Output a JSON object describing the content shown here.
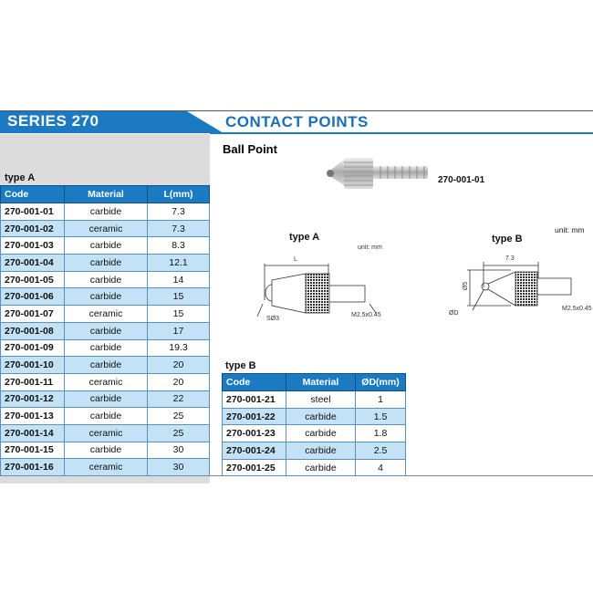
{
  "header": {
    "series": "SERIES 270",
    "title": "CONTACT POINTS"
  },
  "product": {
    "name": "Ball Point",
    "code": "270-001-01"
  },
  "typeA": {
    "label": "type A",
    "columns": [
      "Code",
      "Material",
      "L(mm)"
    ],
    "rows": [
      [
        "270-001-01",
        "carbide",
        "7.3"
      ],
      [
        "270-001-02",
        "ceramic",
        "7.3"
      ],
      [
        "270-001-03",
        "carbide",
        "8.3"
      ],
      [
        "270-001-04",
        "carbide",
        "12.1"
      ],
      [
        "270-001-05",
        "carbide",
        "14"
      ],
      [
        "270-001-06",
        "carbide",
        "15"
      ],
      [
        "270-001-07",
        "ceramic",
        "15"
      ],
      [
        "270-001-08",
        "carbide",
        "17"
      ],
      [
        "270-001-09",
        "carbide",
        "19.3"
      ],
      [
        "270-001-10",
        "carbide",
        "20"
      ],
      [
        "270-001-11",
        "ceramic",
        "20"
      ],
      [
        "270-001-12",
        "carbide",
        "22"
      ],
      [
        "270-001-13",
        "carbide",
        "25"
      ],
      [
        "270-001-14",
        "ceramic",
        "25"
      ],
      [
        "270-001-15",
        "carbide",
        "30"
      ],
      [
        "270-001-16",
        "ceramic",
        "30"
      ]
    ]
  },
  "typeB": {
    "label": "type B",
    "columns": [
      "Code",
      "Material",
      "ØD(mm)"
    ],
    "rows": [
      [
        "270-001-21",
        "steel",
        "1"
      ],
      [
        "270-001-22",
        "carbide",
        "1.5"
      ],
      [
        "270-001-23",
        "carbide",
        "1.8"
      ],
      [
        "270-001-24",
        "carbide",
        "2.5"
      ],
      [
        "270-001-25",
        "carbide",
        "4"
      ]
    ]
  },
  "drawingA": {
    "title": "type A",
    "unit": "unit: mm",
    "dim_L": "L",
    "ball": "SØ3",
    "thread": "M2.5x0.45"
  },
  "drawingB": {
    "title": "type B",
    "unit": "unit: mm",
    "dim_len": "7.3",
    "dim_dia": "Ø5",
    "ball": "ØD",
    "thread": "M2.5x0.45"
  }
}
